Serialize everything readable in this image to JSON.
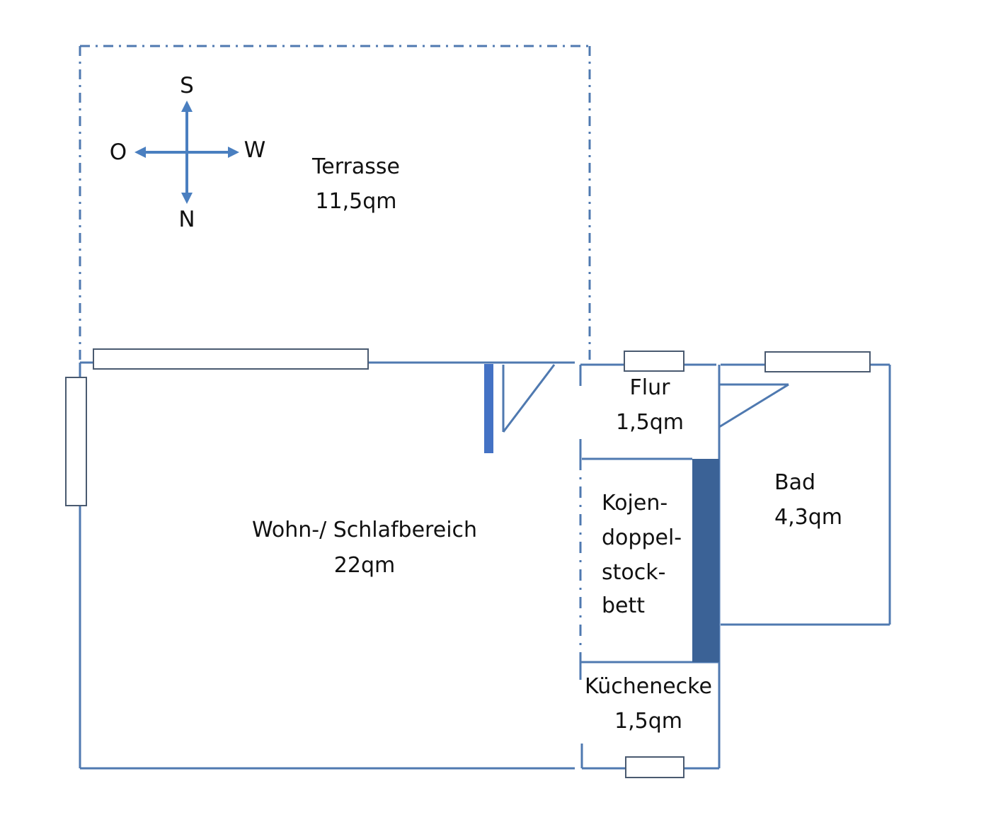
{
  "colors": {
    "wall": "#4f79b0",
    "window_stroke": "#4a5a70",
    "dark_fill": "#3b6296",
    "door_fill": "#4472c4",
    "compass": "#4a7fc0",
    "text": "#111111"
  },
  "compass": {
    "north_up_label": "S",
    "down_label": "N",
    "left_label": "O",
    "right_label": "W"
  },
  "rooms": {
    "terrasse": {
      "name": "Terrasse",
      "area": "11,5qm"
    },
    "wohn": {
      "name": "Wohn-/ Schlafbereich",
      "area": "22qm"
    },
    "flur": {
      "name": "Flur",
      "area": "1,5qm"
    },
    "bad": {
      "name": "Bad",
      "area": "4,3qm"
    },
    "koje": {
      "lines": [
        "Kojen-",
        "doppel-",
        "stock-",
        "bett"
      ]
    },
    "kueche": {
      "name": "Küchenecke",
      "area": "1,5qm"
    }
  }
}
